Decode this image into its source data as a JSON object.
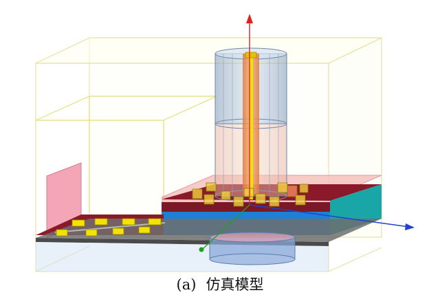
{
  "figure": {
    "panel_label": "(a)",
    "caption_text": "仿真模型"
  },
  "colors": {
    "box_edge": "#e8e6a0",
    "board_red": "#8a1a2a",
    "substrate_blue": "#1e7fd6",
    "substrate_teal": "#1aa6a6",
    "ground_gray": "#6f6f6f",
    "pin_yellow": "#f2e300",
    "port_pink": "#f2a0b0",
    "cylinder_blue": "#9fb8d8",
    "axis_red": "#e02020",
    "axis_blue": "#2040d0",
    "axis_green": "#20a020"
  },
  "icons": {
    "axis_z": "red-arrow",
    "axis_x": "blue-arrow",
    "axis_y": "green-dot"
  }
}
